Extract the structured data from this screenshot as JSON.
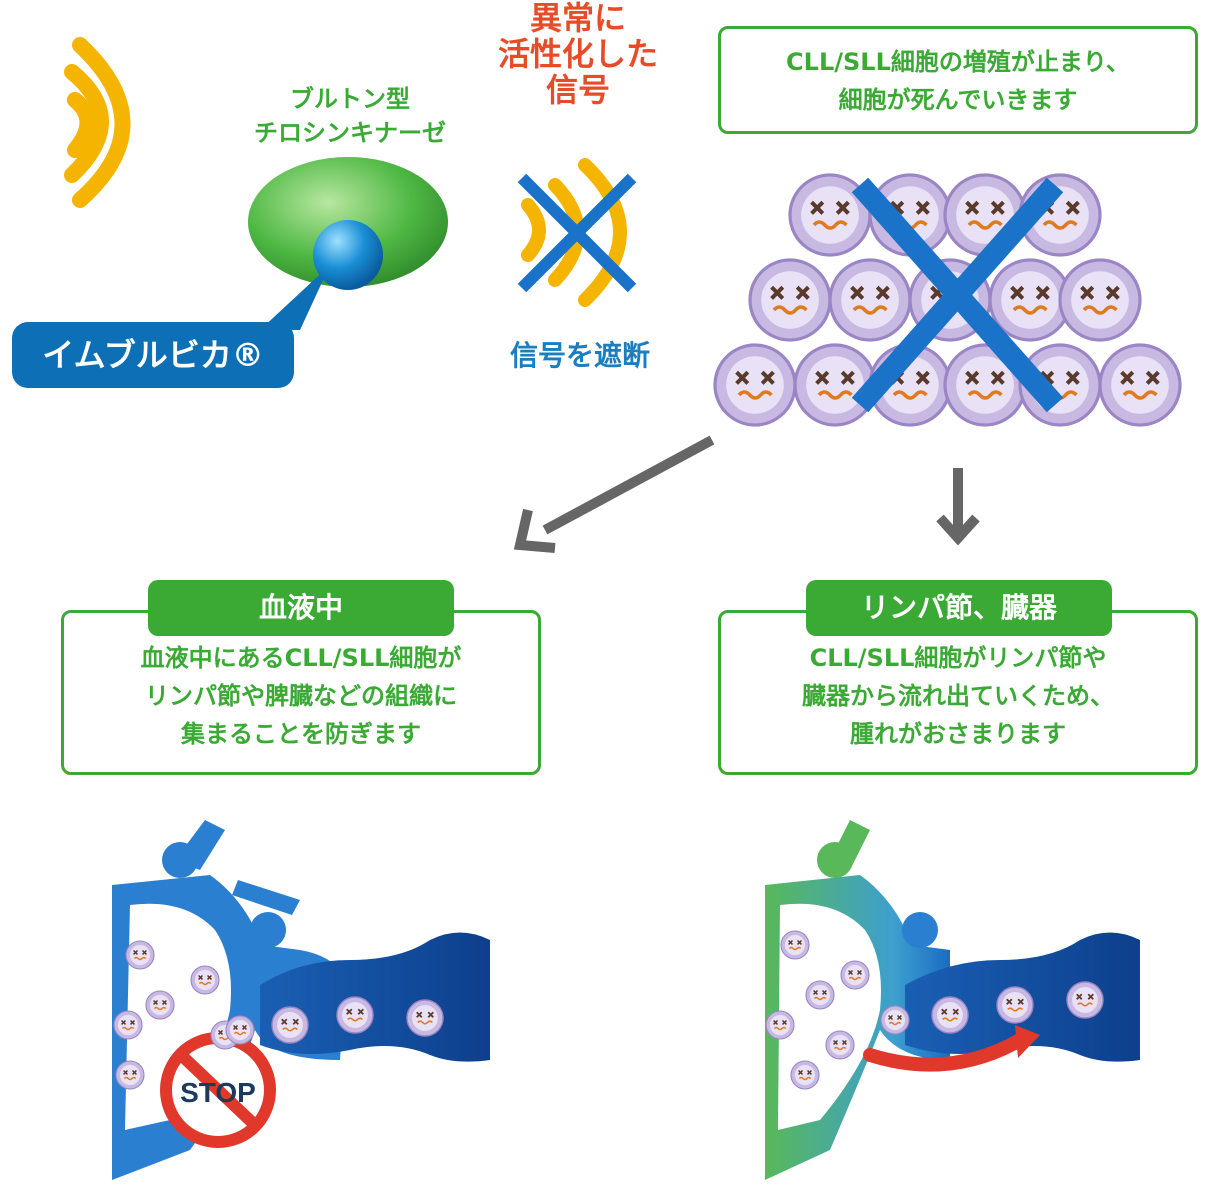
{
  "top": {
    "btk_label_line1": "ブルトン型",
    "btk_label_line2": "チロシンキナーゼ",
    "signal_label_line1": "異常に",
    "signal_label_line2": "活性化した",
    "signal_label_line3": "信号",
    "block_label": "信号を遮断",
    "drug_name": "イムブルビカ®",
    "result_line1": "CLL/SLL細胞の増殖が止まり、",
    "result_line2": "細胞が死んでいきます"
  },
  "left_panel": {
    "tag": "血液中",
    "line1": "血液中にあるCLL/SLL細胞が",
    "line2": "リンパ節や脾臓などの組織に",
    "line3": "集まることを防ぎます",
    "stop_sign": "STOP"
  },
  "right_panel": {
    "tag": "リンパ節、臓器",
    "line1": "CLL/SLL細胞がリンパ節や",
    "line2": "臓器から流れ出ていくため、",
    "line3": "腫れがおさまります"
  },
  "colors": {
    "green": "#3aaa35",
    "blue": "#0d6fb5",
    "red": "#e84b27",
    "signal_yellow": "#f5b400",
    "cell_purple": "#b7a6d6"
  }
}
